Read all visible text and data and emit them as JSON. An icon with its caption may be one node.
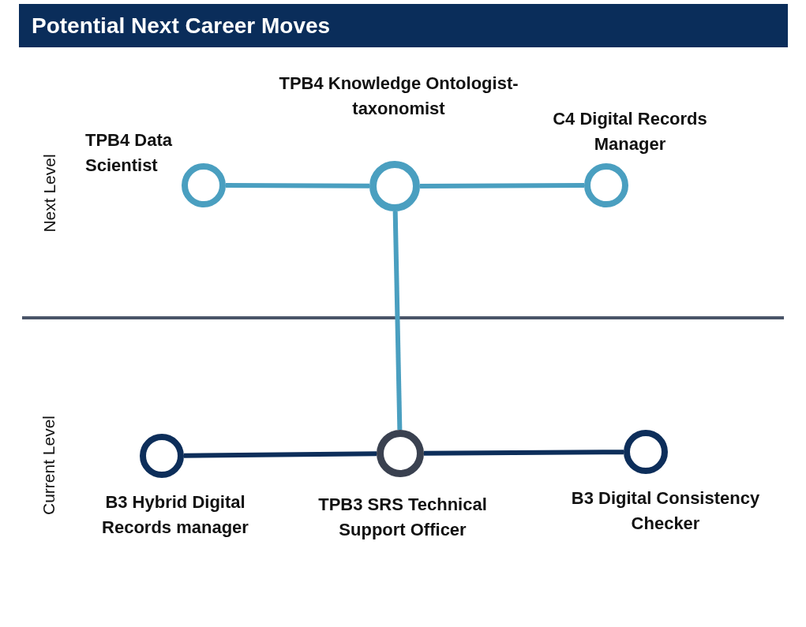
{
  "diagram": {
    "title": "Potential Next Career Moves",
    "nodes": [
      {
        "text": [],
        "shape": "circle",
        "beside": [
          "TPB4 Data Scientist"
        ]
      },
      {
        "text": [],
        "shape": "circle",
        "beside": [
          "TPB4 Knowledge Ontologist-taxonomist"
        ]
      },
      {
        "text": [],
        "shape": "circle",
        "beside": [
          "C4 Digital Records Manager"
        ]
      },
      {
        "text": [],
        "shape": "circle",
        "beside": [
          "B3 Hybrid Digital Records manager"
        ]
      },
      {
        "text": [],
        "shape": "circle",
        "beside": [
          "TPB3 SRS Technical Support Officer"
        ]
      },
      {
        "text": [],
        "shape": "circle",
        "beside": [
          "B3 Digital Consistency Checker"
        ]
      }
    ],
    "edges": [
      {
        "from": 0,
        "to": 1,
        "arrow": "none"
      },
      {
        "from": 1,
        "to": 2,
        "arrow": "none"
      },
      {
        "from": 4,
        "to": 1,
        "arrow": "none"
      },
      {
        "from": 3,
        "to": 4,
        "arrow": "none",
        "color": "#0d2e5a"
      },
      {
        "from": 4,
        "to": 5,
        "arrow": "none",
        "color": "#0d2e5a"
      }
    ],
    "labels": [
      "Next Level",
      "Current Level"
    ]
  }
}
